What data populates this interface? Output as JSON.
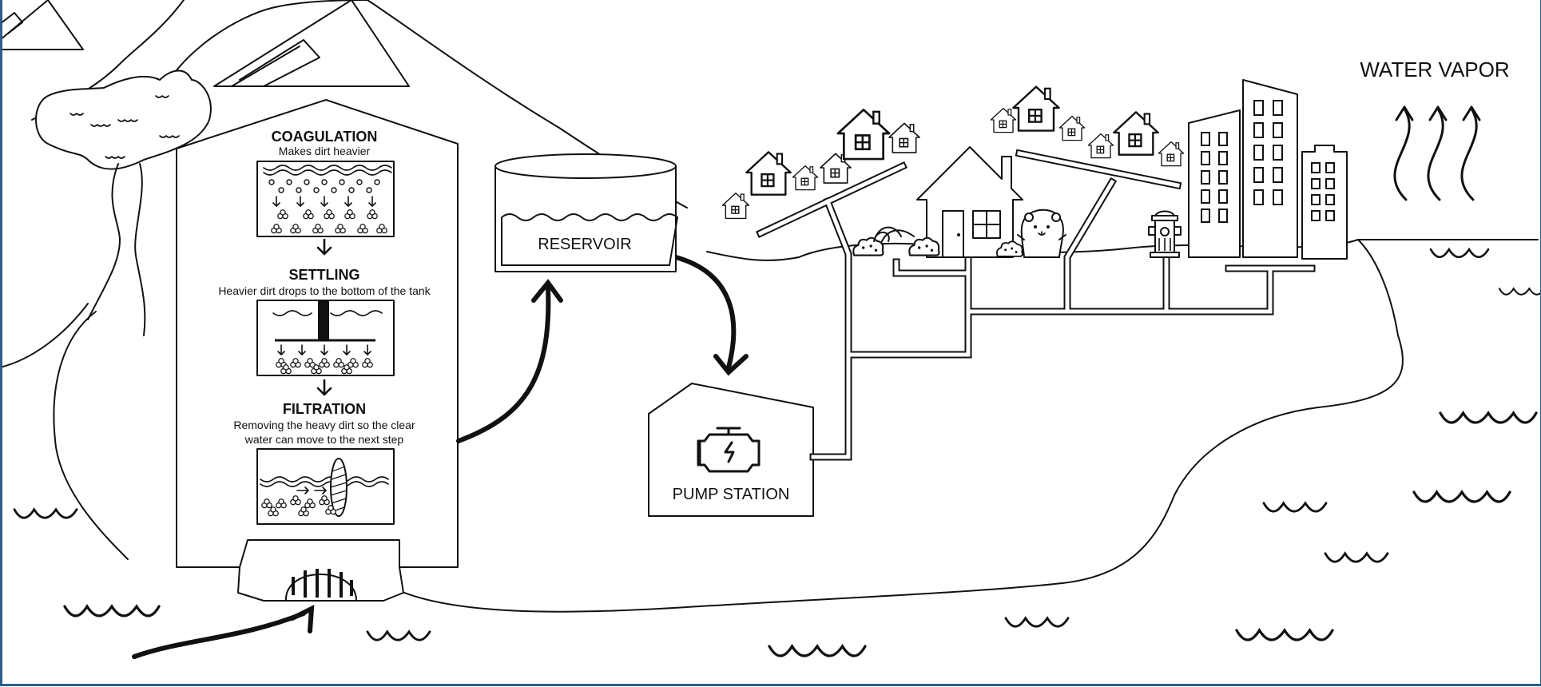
{
  "labels": {
    "water_vapor": "WATER VAPOR",
    "reservoir": "RESERVOIR",
    "pump_station": "PUMP STATION"
  },
  "treatment_steps": [
    {
      "title": "COAGULATION",
      "desc_lines": [
        "Makes dirt heavier"
      ]
    },
    {
      "title": "SETTLING",
      "desc_lines": [
        "Heavier dirt drops to the bottom of the tank"
      ]
    },
    {
      "title": "FILTRATION",
      "desc_lines": [
        "Removing the heavy dirt so the clear",
        "water can move to the next step"
      ]
    }
  ],
  "colors": {
    "line": "#111111",
    "background": "#ffffff",
    "frame": "#2b5f8a"
  },
  "icons": [
    "mountain-icon",
    "tree-icon",
    "house-icon",
    "building-icon",
    "fire-hydrant-icon",
    "engine-icon",
    "otter-icon",
    "bush-icon",
    "vapor-wave-icon",
    "water-wave-icon",
    "arrow-icon"
  ]
}
